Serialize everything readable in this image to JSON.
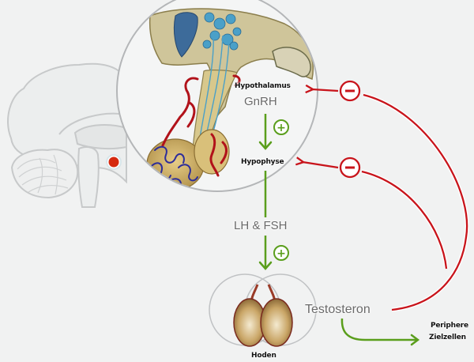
{
  "diagram": {
    "type": "hormone-feedback-loop",
    "nodes": {
      "hypothalamus": "Hypothalamus",
      "gnrh": "GnRH",
      "hypophyse": "Hypophyse",
      "lh_fsh": "LH & FSH",
      "hoden": "Hoden",
      "testosteron": "Testosteron",
      "periphere_line1": "Periphere",
      "periphere_line2": "Zielzellen"
    },
    "signs": {
      "positive": "+",
      "negative": "−"
    },
    "edges": [
      {
        "from": "Hypothalamus",
        "to": "Hypophyse",
        "via": "GnRH",
        "effect": "positive"
      },
      {
        "from": "Hypophyse",
        "to": "Hoden",
        "via": "LH & FSH",
        "effect": "positive"
      },
      {
        "from": "Testosteron",
        "to": "Hypothalamus",
        "effect": "negative"
      },
      {
        "from": "Testosteron",
        "to": "Hypophyse",
        "effect": "negative"
      },
      {
        "from": "Testosteron",
        "to": "Periphere Zielzellen",
        "effect": "stimulation"
      }
    ],
    "colors": {
      "background": "#f1f2f2",
      "positive": "#5a9e1c",
      "negative": "#c8141b",
      "circle_outline": "#b4b6b8",
      "marker_dot": "#d52a10"
    }
  }
}
